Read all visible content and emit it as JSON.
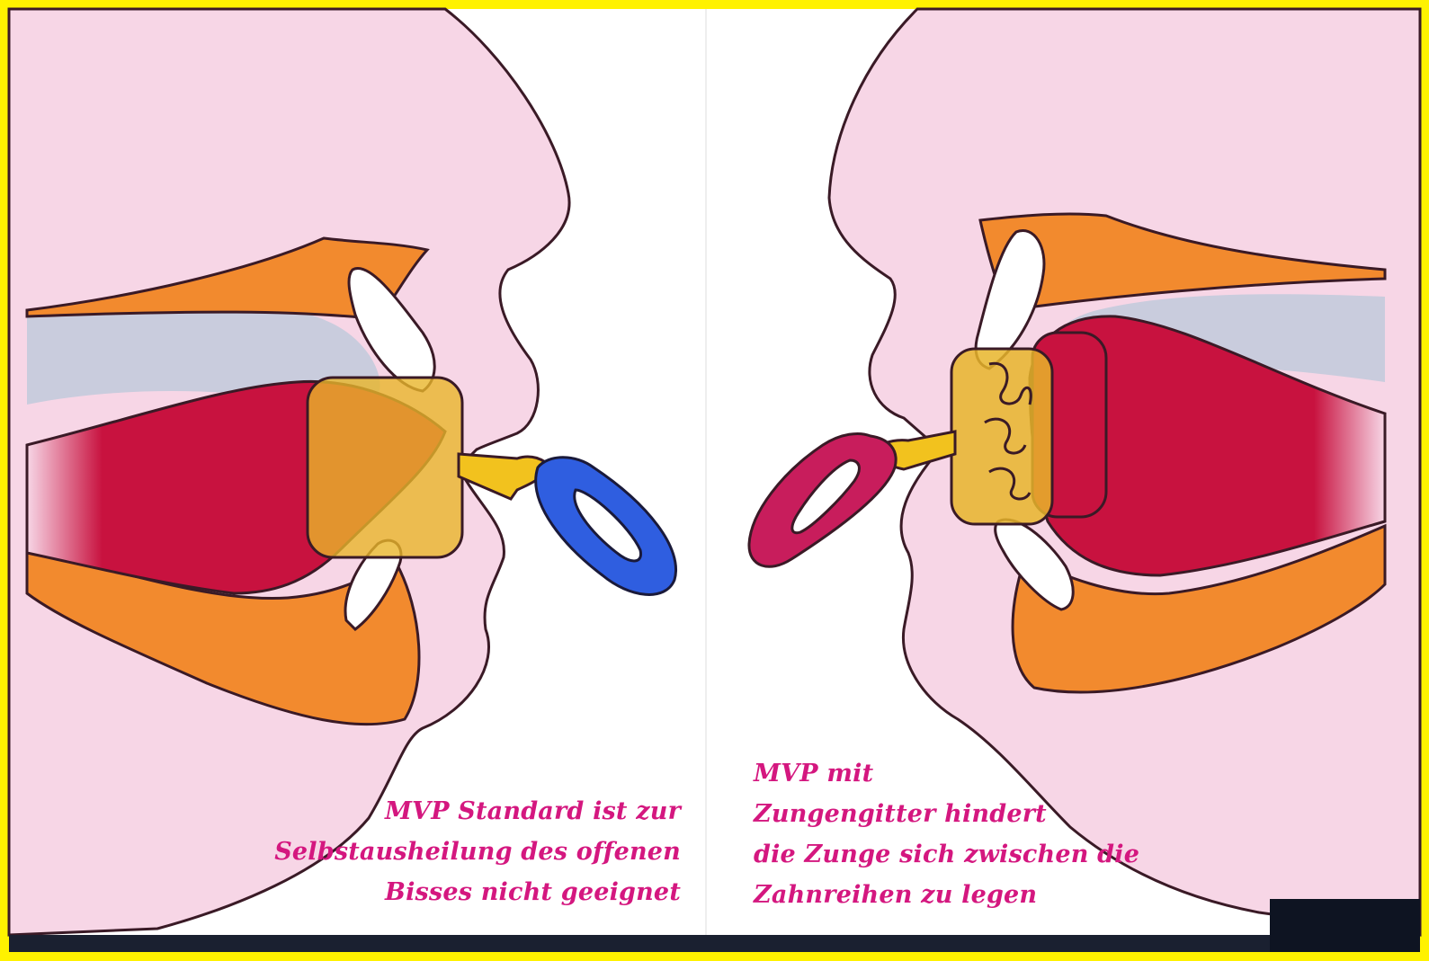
{
  "frame_color": "#fff200",
  "colors": {
    "skin": "#f7d6e6",
    "lip": "#f28a2e",
    "tongue": "#c8123f",
    "teeth": "#ffffff",
    "shield": "#e8b52a",
    "ring_left": "#2f5ee0",
    "ring_right": "#c81d5c",
    "text": "#d4177f"
  },
  "left_caption": {
    "line1": "MVP Standard ist zur",
    "line2": "Selbstausheilung des offenen",
    "line3": "Bisses nicht geeignet"
  },
  "right_caption": {
    "line1": "MVP mit",
    "line2": "Zungengitter hindert",
    "line3": "die Zunge sich zwischen die",
    "line4": "Zahnreihen zu legen"
  }
}
